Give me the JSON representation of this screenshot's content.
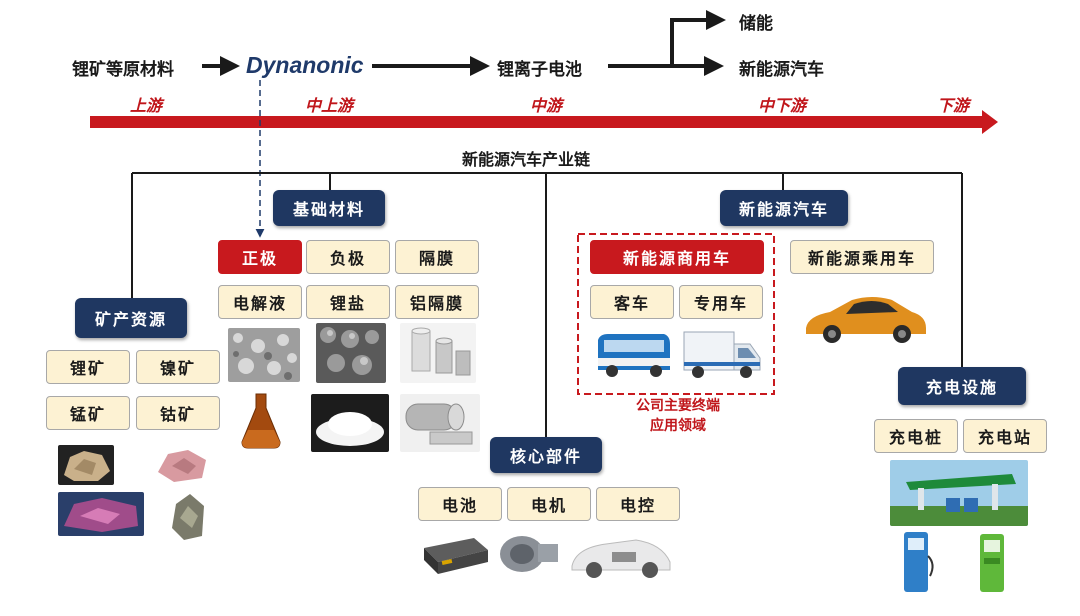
{
  "flow": {
    "raw_material": "锂矿等原材料",
    "company": "Dynanonic",
    "battery": "锂离子电池",
    "output_storage": "储能",
    "output_nev": "新能源汽车"
  },
  "stages": [
    "上游",
    "中上游",
    "中游",
    "中下游",
    "下游"
  ],
  "chain_title": "新能源汽车产业链",
  "sections": {
    "base_materials": {
      "title": "基础材料",
      "items": [
        "正极",
        "负极",
        "隔膜",
        "电解液",
        "锂盐",
        "铝隔膜"
      ]
    },
    "mineral": {
      "title": "矿产资源",
      "items": [
        "锂矿",
        "镍矿",
        "锰矿",
        "钴矿"
      ]
    },
    "core_parts": {
      "title": "核心部件",
      "items": [
        "电池",
        "电机",
        "电控"
      ]
    },
    "nev": {
      "title": "新能源汽车",
      "commercial": "新能源商用车",
      "commercial_items": [
        "客车",
        "专用车"
      ],
      "passenger": "新能源乘用车",
      "note_line1": "公司主要终端",
      "note_line2": "应用领域"
    },
    "charging": {
      "title": "充电设施",
      "items": [
        "充电桩",
        "充电站"
      ]
    }
  },
  "colors": {
    "navy": "#1f3761",
    "red": "#c8191e",
    "chip_fill": "#fdf2d3"
  }
}
